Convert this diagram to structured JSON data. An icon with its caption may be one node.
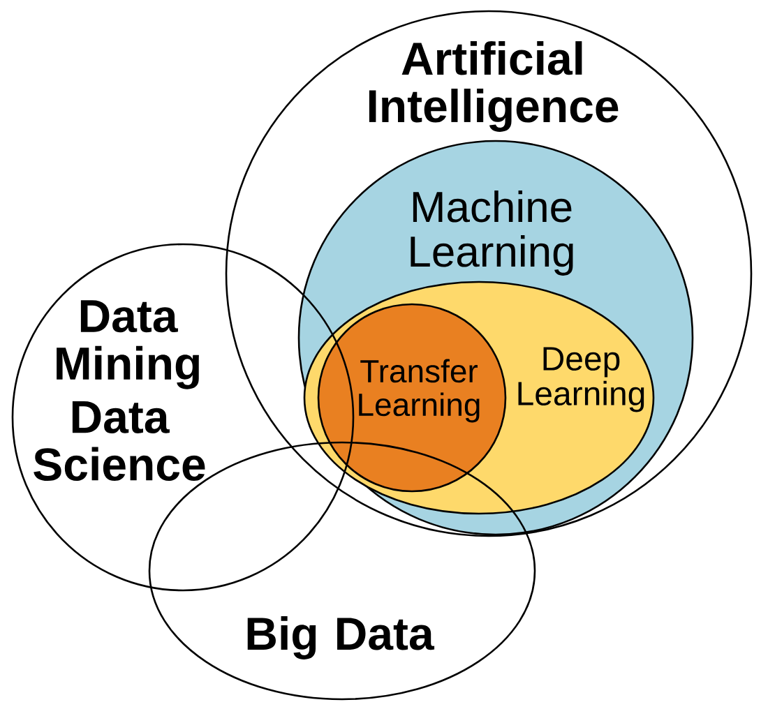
{
  "diagram": {
    "nodes": [
      {
        "text": [
          "Artificial Intelligence"
        ]
      },
      {
        "text": [
          "Machine Learning"
        ],
        "in": 0
      },
      {
        "text": [
          "Deep Learning"
        ],
        "in": 1
      },
      {
        "text": [
          "Transfer Learning"
        ],
        "in": 2
      },
      {
        "text": [
          "Data Mining",
          "Data Science"
        ]
      },
      {
        "text": [
          "Big Data"
        ]
      }
    ]
  }
}
